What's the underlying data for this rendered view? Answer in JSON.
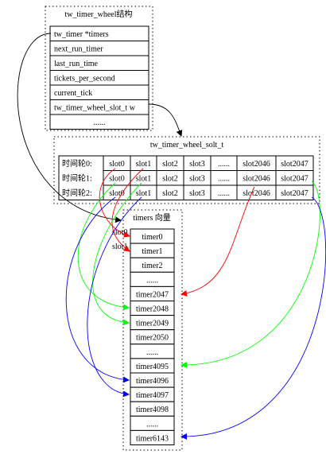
{
  "wheel": {
    "title": "tw_timer_wheel结构",
    "fields": [
      "tw_timer *timers",
      "next_run_timer",
      "last_run_time",
      "tickets_per_second",
      "current_tick",
      "tw_timer_wheel_slot_t w",
      "......"
    ]
  },
  "slots": {
    "title": "tw_timer_wheel_solt_t",
    "rows": [
      {
        "label": "时间轮0:",
        "cells": [
          "slot0",
          "slot1",
          "slot2",
          "slot3",
          "......",
          "slot2046",
          "slot2047"
        ]
      },
      {
        "label": "时间轮1:",
        "cells": [
          "slot0",
          "slot1",
          "slot2",
          "slot3",
          "......",
          "slot2046",
          "slot2047"
        ]
      },
      {
        "label": "时间轮2:",
        "cells": [
          "slot0",
          "slot1",
          "slot2",
          "slot3",
          "......",
          "slot2046",
          "slot2047"
        ]
      }
    ]
  },
  "timers": {
    "title": "timers 向量",
    "side_labels": [
      "slot0",
      "slot1"
    ],
    "items": [
      "timer0",
      "timer1",
      "timer2",
      "......",
      "timer2047",
      "timer2048",
      "timer2049",
      "timer2050",
      "......",
      "timer4095",
      "timer4096",
      "timer4097",
      "timer4098",
      "......",
      "timer6143"
    ]
  },
  "colors": {
    "black": "#000000",
    "red": "#ff0000",
    "green": "#00ff00",
    "blue": "#0000ff"
  }
}
